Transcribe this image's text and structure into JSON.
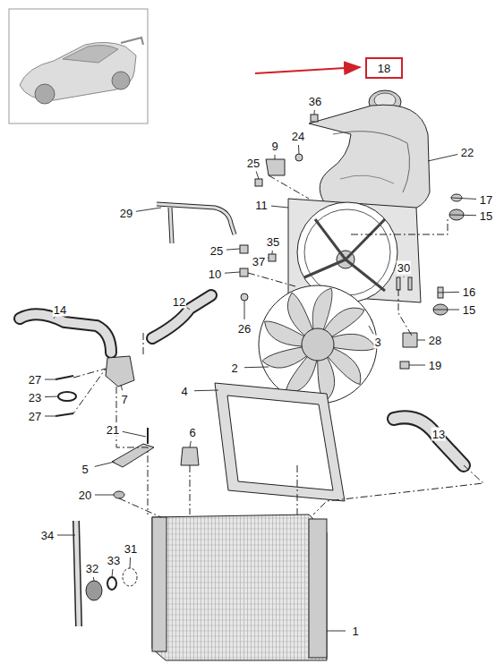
{
  "diagram": {
    "nodes": [
      {
        "text": [
          "18"
        ]
      }
    ],
    "labels": [
      "36",
      "24",
      "22",
      "9",
      "25",
      "17",
      "15",
      "29",
      "11",
      "25",
      "35",
      "37",
      "30",
      "10",
      "16",
      "15",
      "12",
      "14",
      "26",
      "3",
      "28",
      "19",
      "27",
      "23",
      "7",
      "27",
      "2",
      "4",
      "13",
      "21",
      "6",
      "5",
      "20",
      "34",
      "31",
      "33",
      "32",
      "1"
    ]
  }
}
